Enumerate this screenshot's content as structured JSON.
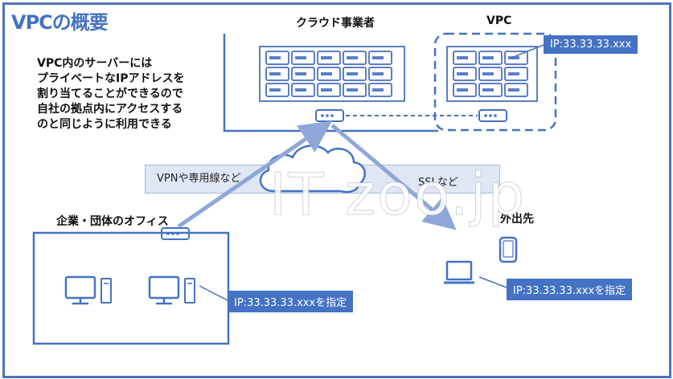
{
  "title": "VPCの概要",
  "description": [
    "VPC内のサーバーには",
    "プライベートなIPアドレスを",
    "割り当てることができるので",
    "自社の拠点内にアクセスする",
    "のと同じように利用できる"
  ],
  "cloud_provider_label": "クラウド事業者",
  "vpc_label": "VPC",
  "office_label": "企業・団体のオフィス",
  "remote_label": "外出先",
  "vpn_label": "VPNや専用線など",
  "ssl_label": "SSLなど",
  "ip_vpc": "IP:33.33.33.xxx",
  "ip_office": "IP:33.33.33.xxxを指定",
  "ip_remote": "IP:33.33.33.xxxを指定",
  "watermark": "IT zoo.jp",
  "colors": {
    "accent": "#4472c4",
    "frame": "#4f72b8",
    "arrow": "#8fa6d8",
    "band": "#dfe6f4"
  },
  "icons": [
    "server-rack-icon",
    "router-icon",
    "cloud-icon",
    "desktop-pc-icon",
    "laptop-icon",
    "smartphone-icon"
  ]
}
